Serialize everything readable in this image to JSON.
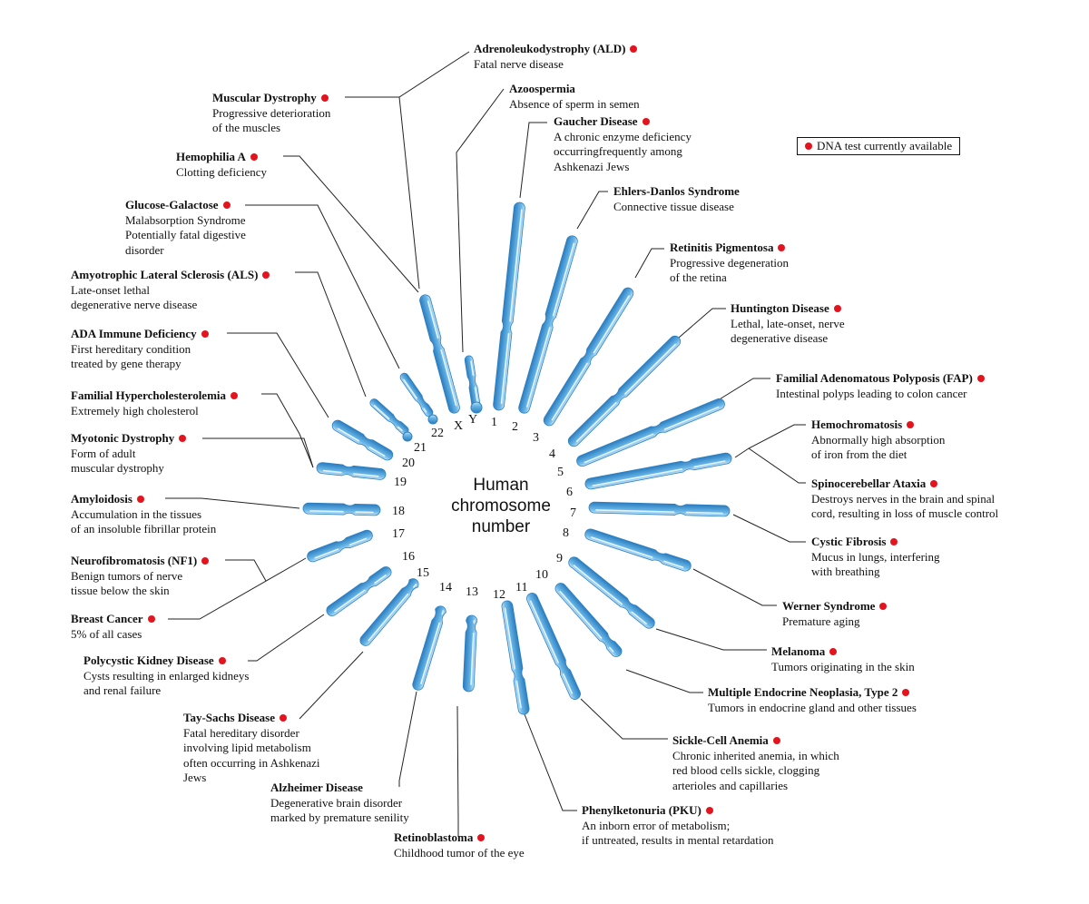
{
  "center_title": "Human\nchromosome\nnumber",
  "legend": {
    "text": "DNA test currently available",
    "color": "#e3141e"
  },
  "colors": {
    "chromosome": "#5aace0",
    "chromosome_edge": "#2f7fc0",
    "dot": "#e3141e"
  },
  "chromosomes": [
    "1",
    "2",
    "3",
    "4",
    "5",
    "6",
    "7",
    "8",
    "9",
    "10",
    "11",
    "12",
    "13",
    "14",
    "15",
    "16",
    "17",
    "18",
    "19",
    "20",
    "21",
    "22",
    "X",
    "Y"
  ],
  "labels": [
    {
      "id": "ald",
      "name": "Adrenoleukodystrophy (ALD)",
      "dna": true,
      "desc": "Fatal nerve disease"
    },
    {
      "id": "azoo",
      "name": "Azoospermia",
      "dna": false,
      "desc": "Absence of sperm in semen"
    },
    {
      "id": "gaucher",
      "name": "Gaucher Disease",
      "dna": true,
      "desc": "A chronic enzyme deficiency\noccurringfrequently among\nAshkenazi Jews"
    },
    {
      "id": "ehlers",
      "name": "Ehlers-Danlos Syndrome",
      "dna": false,
      "desc": "Connective tissue disease"
    },
    {
      "id": "retinitis",
      "name": "Retinitis Pigmentosa",
      "dna": true,
      "desc": "Progressive degeneration\nof the retina"
    },
    {
      "id": "huntington",
      "name": "Huntington Disease",
      "dna": true,
      "desc": "Lethal, late-onset, nerve\ndegenerative disease"
    },
    {
      "id": "fap",
      "name": "Familial Adenomatous Polyposis (FAP)",
      "dna": true,
      "desc": "Intestinal polyps leading to colon cancer"
    },
    {
      "id": "hemochrom",
      "name": "Hemochromatosis",
      "dna": true,
      "desc": "Abnormally high absorption\nof iron from the diet"
    },
    {
      "id": "spino",
      "name": "Spinocerebellar Ataxia",
      "dna": true,
      "desc": "Destroys nerves in the brain and spinal\ncord, resulting in loss of muscle control"
    },
    {
      "id": "cf",
      "name": "Cystic Fibrosis",
      "dna": true,
      "desc": "Mucus in lungs, interfering\nwith breathing"
    },
    {
      "id": "werner",
      "name": "Werner Syndrome",
      "dna": true,
      "desc": "Premature aging"
    },
    {
      "id": "melanoma",
      "name": "Melanoma",
      "dna": true,
      "desc": "Tumors originating in the skin"
    },
    {
      "id": "men2",
      "name": "Multiple Endocrine Neoplasia, Type 2",
      "dna": true,
      "desc": "Tumors in endocrine gland and other tissues"
    },
    {
      "id": "sickle",
      "name": "Sickle-Cell Anemia",
      "dna": true,
      "desc": "Chronic inherited anemia, in which\nred blood cells sickle, clogging\narterioles and capillaries"
    },
    {
      "id": "pku",
      "name": "Phenylketonuria (PKU)",
      "dna": true,
      "desc": "An inborn error of metabolism;\nif untreated, results in mental retardation"
    },
    {
      "id": "retino",
      "name": "Retinoblastoma",
      "dna": true,
      "desc": "Childhood tumor of the eye"
    },
    {
      "id": "alzheimer",
      "name": "Alzheimer Disease",
      "dna": false,
      "desc": "Degenerative brain disorder\nmarked by premature senility"
    },
    {
      "id": "taysachs",
      "name": "Tay-Sachs Disease",
      "dna": true,
      "desc": "Fatal hereditary disorder\ninvolving lipid metabolism\noften occurring in Ashkenazi\nJews"
    },
    {
      "id": "pkd",
      "name": "Polycystic Kidney Disease",
      "dna": true,
      "desc": "Cysts resulting in enlarged kidneys\nand renal failure"
    },
    {
      "id": "breast",
      "name": "Breast Cancer",
      "dna": true,
      "desc": "5% of all cases"
    },
    {
      "id": "nf1",
      "name": "Neurofibromatosis (NF1)",
      "dna": true,
      "desc": "Benign tumors of nerve\ntissue below the skin"
    },
    {
      "id": "amyloid",
      "name": "Amyloidosis",
      "dna": true,
      "desc": "Accumulation in the tissues\nof an insoluble fibrillar protein"
    },
    {
      "id": "myotonic",
      "name": "Myotonic Dystrophy",
      "dna": true,
      "desc": "Form of adult\nmuscular dystrophy"
    },
    {
      "id": "fh",
      "name": "Familial Hypercholesterolemia",
      "dna": true,
      "desc": "Extremely high cholesterol"
    },
    {
      "id": "ada",
      "name": "ADA Immune Deficiency",
      "dna": true,
      "desc": "First hereditary condition\ntreated by gene therapy"
    },
    {
      "id": "als",
      "name": "Amyotrophic Lateral Sclerosis (ALS)",
      "dna": true,
      "desc": "Late-onset lethal\ndegenerative nerve disease"
    },
    {
      "id": "glucose",
      "name": "Glucose-Galactose",
      "dna": true,
      "desc": "Malabsorption Syndrome\nPotentially fatal digestive\ndisorder"
    },
    {
      "id": "hemophilia",
      "name": "Hemophilia A",
      "dna": true,
      "desc": "Clotting deficiency"
    },
    {
      "id": "muscular",
      "name": "Muscular Dystrophy",
      "dna": true,
      "desc": "Progressive deterioration\nof the muscles"
    }
  ]
}
